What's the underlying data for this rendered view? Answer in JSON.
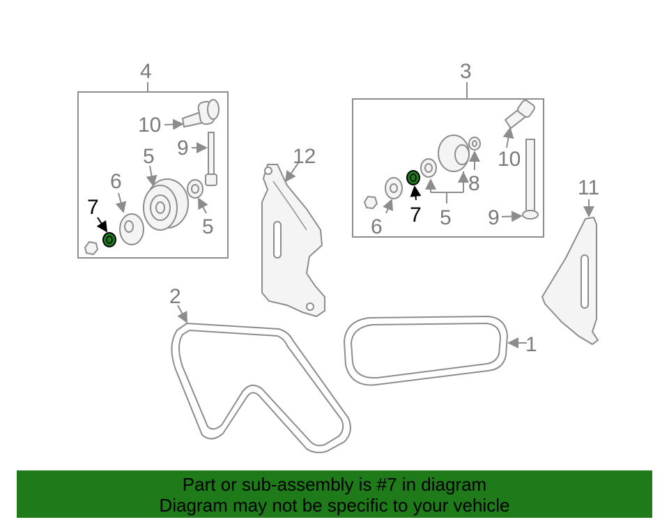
{
  "colors": {
    "line": "#8c8c8c",
    "fill": "#f4f4f4",
    "highlight_fill": "#1f7a1a",
    "highlight_stroke": "#000000",
    "banner": "#1f7a1a"
  },
  "callouts": {
    "belt_1": "1",
    "belt_2": "2",
    "assy_3": "3",
    "assy_4": "4",
    "pulley_5_left_main": "5",
    "spacer_5_left": "5",
    "spacer_5_right": "5",
    "washer_6_left": "6",
    "washer_6_right": "6",
    "bearing_7_left": "7",
    "bearing_7_right": "7",
    "washer_8": "8",
    "bolt_9_left": "9",
    "bolt_9_right": "9",
    "bolt_10_left": "10",
    "bolt_10_right": "10",
    "bracket_11": "11",
    "bracket_12": "12"
  },
  "banner": {
    "line1": "Part or sub-assembly is #7 in diagram",
    "line2": "Diagram may not be specific to your vehicle"
  }
}
